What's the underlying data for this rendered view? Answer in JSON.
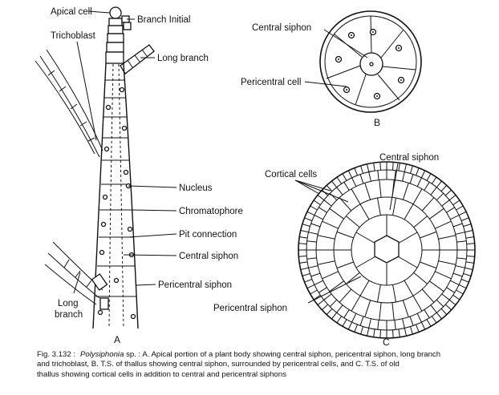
{
  "labels": {
    "apical_cell": "Apical cell",
    "branch_initial": "Branch Initial",
    "trichoblast": "Trichoblast",
    "long_branch_top": "Long branch",
    "nucleus": "Nucleus",
    "chromatophore": "Chromatophore",
    "pit_connection": "Pit connection",
    "central_siphon_a": "Central siphon",
    "pericentral_siphon_a": "Pericentral siphon",
    "long_branch_left_1": "Long",
    "long_branch_left_2": "branch",
    "panel_a": "A",
    "central_siphon_b": "Central siphon",
    "pericentral_cell_b": "Pericentral cell",
    "panel_b": "B",
    "cortical_cells": "Cortical cells",
    "central_siphon_c": "Central siphon",
    "pericentral_siphon_c": "Pericentral siphon",
    "panel_c": "C"
  },
  "caption": {
    "number": "Fig. 3.132 :",
    "genus": "Polysiphonia",
    "line1_rest": " sp. : A. Apical portion of a plant body showing central siphon, pericentral siphon, long branch",
    "line2": "and trichoblast, B. T.S. of thallus showing central siphon, surrounded by pericentral cells, and C. T.S. of old",
    "line3": "thallus showing cortical cells in addition to central and pericentral siphons"
  }
}
